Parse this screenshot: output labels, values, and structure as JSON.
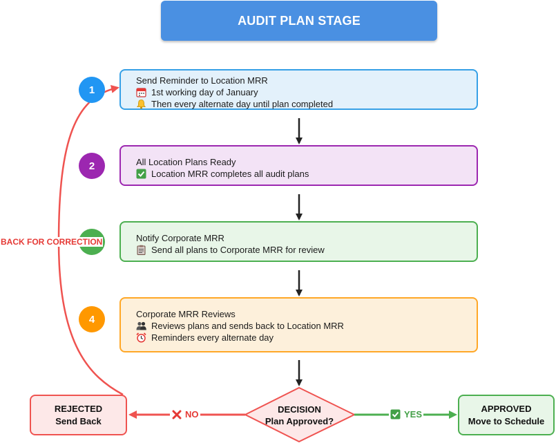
{
  "title": "AUDIT PLAN STAGE",
  "steps": [
    {
      "number": "1",
      "title": "Send Reminder to Location MRR",
      "lines": [
        {
          "icon": "calendar-icon",
          "text": "1st working day of January"
        },
        {
          "icon": "bell-icon",
          "text": "Then every alternate day until plan completed"
        }
      ],
      "badge_color": "#2196f3"
    },
    {
      "number": "2",
      "title": "All Location Plans Ready",
      "lines": [
        {
          "icon": "check-box-icon",
          "text": "Location MRR completes all audit plans"
        }
      ],
      "badge_color": "#9c27b0"
    },
    {
      "number": "3",
      "title": "Notify Corporate MRR",
      "lines": [
        {
          "icon": "clipboard-icon",
          "text": "Send all plans to Corporate MRR for review"
        }
      ],
      "badge_color": "#4caf50"
    },
    {
      "number": "4",
      "title": "Corporate MRR Reviews",
      "lines": [
        {
          "icon": "people-icon",
          "text": "Reviews plans and sends back to Location MRR"
        },
        {
          "icon": "alarm-clock-icon",
          "text": "Reminders every alternate day"
        }
      ],
      "badge_color": "#ff9800"
    }
  ],
  "decision": {
    "title": "DECISION",
    "subtitle": "Plan Approved?"
  },
  "rejected": {
    "title": "REJECTED",
    "subtitle": "Send Back"
  },
  "approved": {
    "title": "APPROVED",
    "subtitle": "Move to Schedule"
  },
  "edges": {
    "no_label": "NO",
    "no_icon": "cross-mark-icon",
    "yes_label": "YES",
    "yes_icon": "check-box-icon",
    "back_label": "BACK FOR CORRECTION"
  },
  "colors": {
    "title_bg": "#4a90e2",
    "arrow": "#222222",
    "reject": "#ef5350",
    "approve": "#4caf50"
  }
}
